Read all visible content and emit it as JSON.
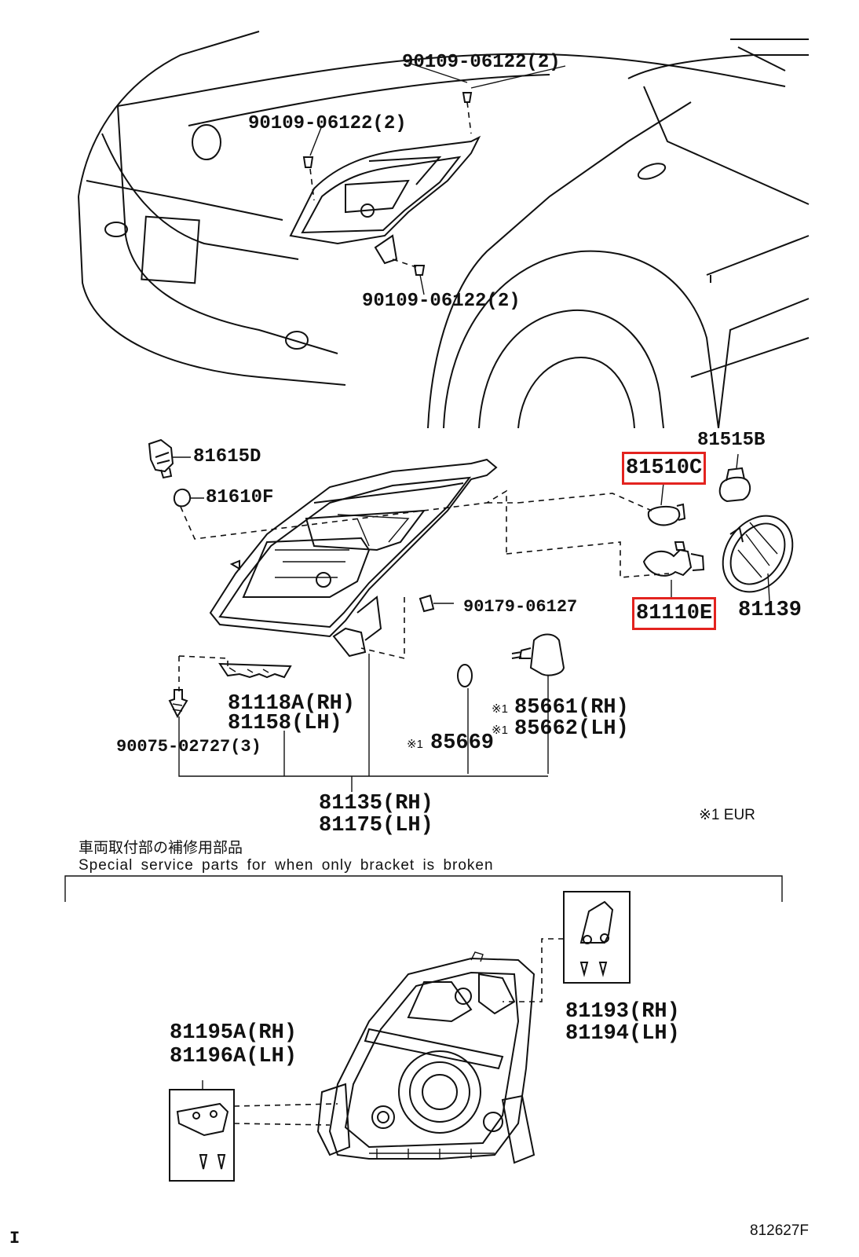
{
  "parts": {
    "bolt_top_right": "90109-06122(2)",
    "bolt_top_left": "90109-06122(2)",
    "bolt_bottom": "90109-06122(2)",
    "socket": "81615D",
    "bulb_small": "81610F",
    "socket_right": "81515B",
    "bulb_position": "81510C",
    "bulb_headlamp": "81110E",
    "cover": "81139",
    "clip": "90179-06127",
    "bracket_rh": "81118A(RH)",
    "bracket_lh": "81158(LH)",
    "screw": "90075-02727(3)",
    "leveling_rh": "85661(RH)",
    "leveling_lh": "85662(LH)",
    "oring": "85669",
    "assy_rh": "81135(RH)",
    "assy_lh": "81175(LH)",
    "repair_upper_rh": "81193(RH)",
    "repair_upper_lh": "81194(LH)",
    "repair_lower_rh": "81195A(RH)",
    "repair_lower_lh": "81196A(LH)"
  },
  "marks": {
    "eur_mark_1": "※1",
    "eur_mark_2": "※1",
    "eur_mark_3": "※1",
    "eur_note": "※1 EUR"
  },
  "section": {
    "title_jp": "車両取付部の補修用部品",
    "title_en": "Special service parts for when only bracket is broken"
  },
  "footer": {
    "left_mark": "I",
    "figure_id": "812627F"
  },
  "highlight_color": "#e3231f"
}
